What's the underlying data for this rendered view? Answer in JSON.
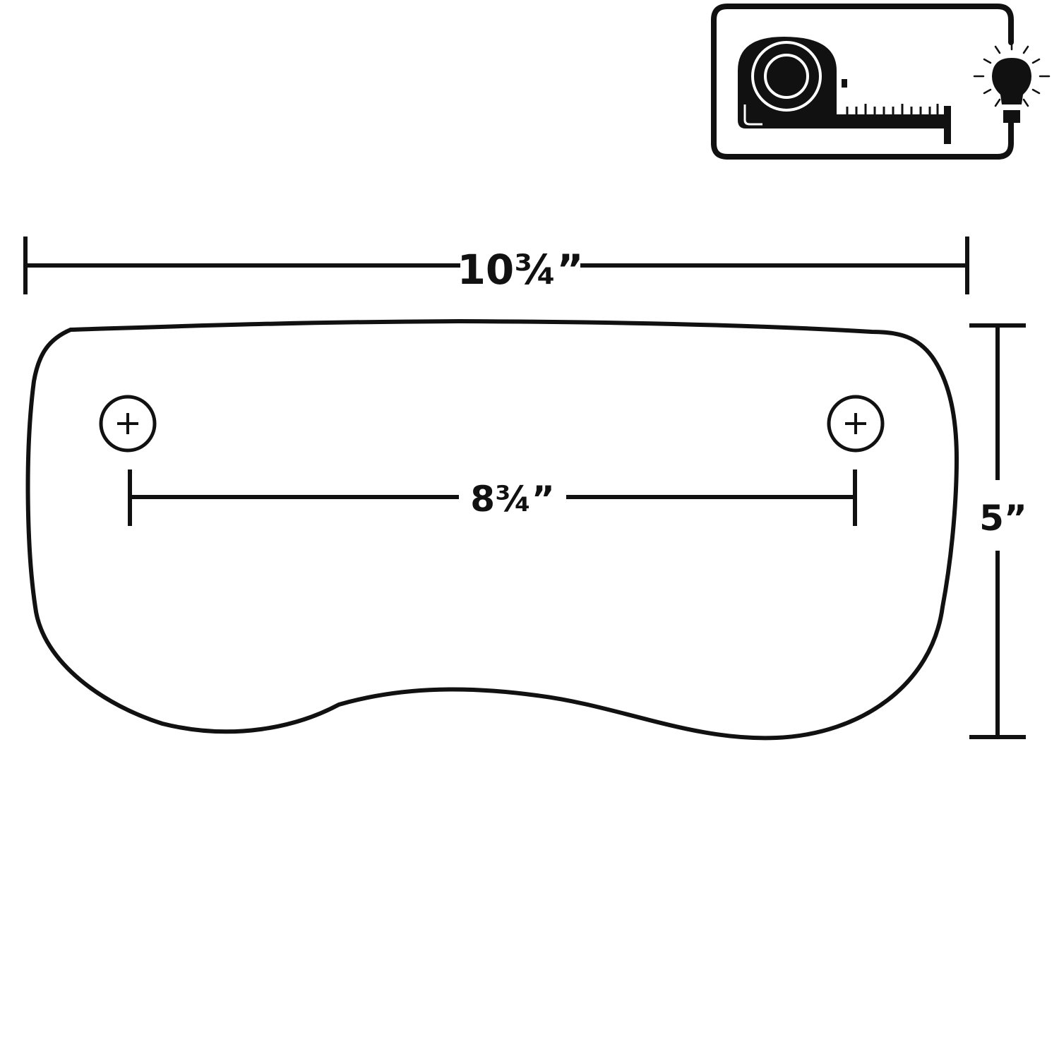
{
  "colors": {
    "ink": "#111111",
    "background": "#ffffff"
  },
  "icons": {
    "tape_measure": "tape-measure-icon",
    "light_bulb": "light-bulb-icon"
  },
  "dimensions": {
    "overall_width": "10¾”",
    "hole_spacing": "8¾”",
    "height": "5”"
  }
}
